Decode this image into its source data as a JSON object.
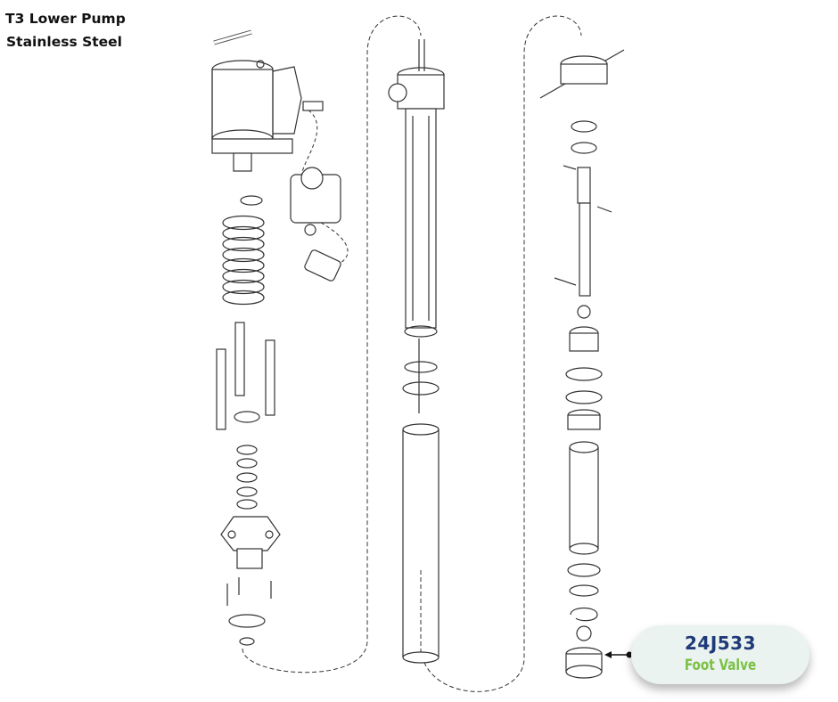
{
  "title": {
    "line1": "T3 Lower Pump",
    "line2": "Stainless Steel"
  },
  "callout": {
    "part_number": "24J533",
    "description": "Foot Valve",
    "colors": {
      "part_number": "#1f3a78",
      "description": "#7bc043",
      "background": "#eaf3ef"
    }
  }
}
